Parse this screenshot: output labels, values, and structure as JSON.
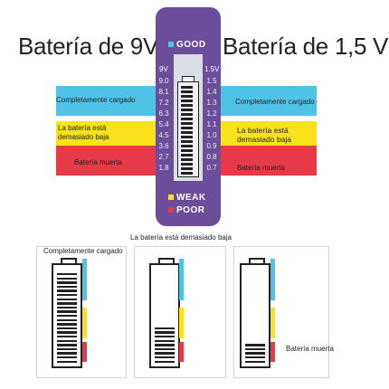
{
  "titles": {
    "left": "Batería de 9V",
    "right": "Batería de 1,5 V"
  },
  "tester": {
    "good_label": "GOOD",
    "weak_label": "WEAK",
    "poor_label": "POOR",
    "scale_9v_head": "9V",
    "scale_15v_head": "1.5V",
    "scale_9v": [
      "9.0",
      "8.1",
      "7.2",
      "6.3",
      "5.4",
      "4.5",
      "3.6",
      "2.7",
      "1.8"
    ],
    "scale_15v": [
      "1.5",
      "1.4",
      "1.3",
      "1.2",
      "1.1",
      "1.0",
      "0.9",
      "0.8",
      "0.7"
    ],
    "colors": {
      "blue": "#4fc3e6",
      "yellow": "#f7e21c",
      "red": "#e63a46",
      "body": "#6b4d9a"
    }
  },
  "bands": {
    "left_full": "Completamente cargado",
    "left_low": "La batería está demasiado baja",
    "left_dead": "Batería muerta",
    "right_full": "Completamente cargado",
    "right_low": "La batería está demasiado baja",
    "right_dead": "Batería muerta"
  },
  "captions": {
    "top_center": "La batería está demasiado baja",
    "full": "Completamente cargado",
    "dead": "Batería muerta"
  }
}
